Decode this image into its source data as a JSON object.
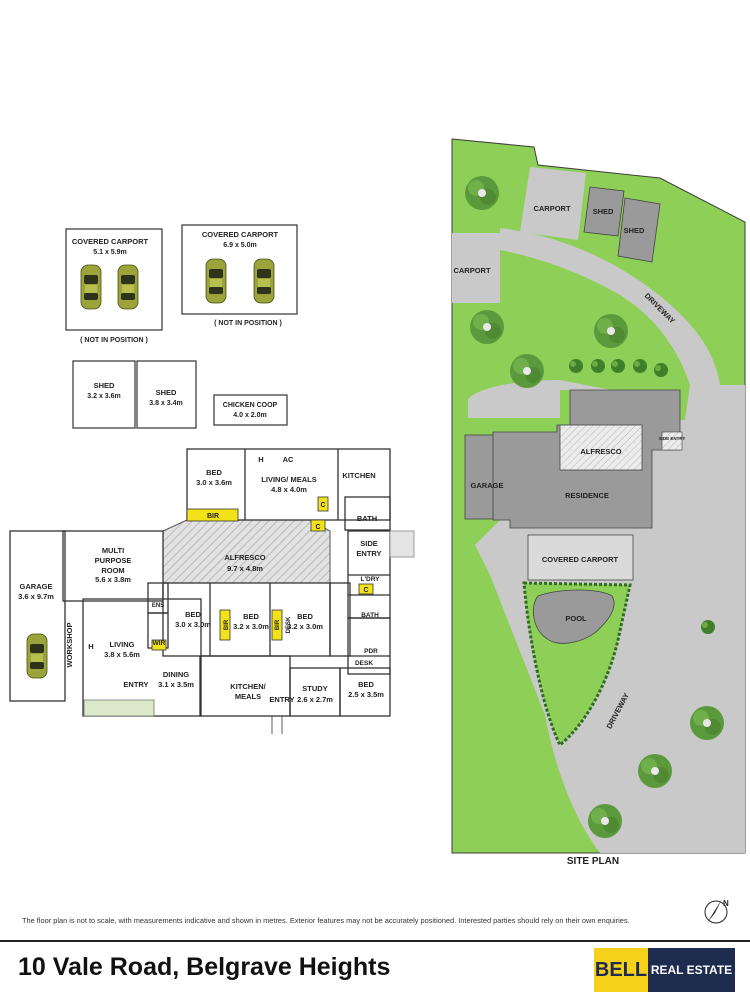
{
  "outbuildings": {
    "carport1": {
      "name": "COVERED CARPORT",
      "dims": "5.1 x 5.9m",
      "note": "( NOT IN POSITION )"
    },
    "carport2": {
      "name": "COVERED CARPORT",
      "dims": "6.9 x 5.0m",
      "note": "( NOT IN POSITION )"
    },
    "shed1": {
      "name": "SHED",
      "dims": "3.2 x 3.6m"
    },
    "shed2": {
      "name": "SHED",
      "dims": "3.8 x 3.4m"
    },
    "coop": {
      "name": "CHICKEN COOP",
      "dims": "4.0 x 2.0m"
    }
  },
  "rooms": {
    "bed1": {
      "name": "BED",
      "dims": "3.0 x 3.6m"
    },
    "living_meals": {
      "name": "LIVING/ MEALS",
      "dims": "4.8 x 4.0m"
    },
    "kitchen": {
      "name": "KITCHEN"
    },
    "bath": "BATH",
    "side_entry": "SIDE ENTRY",
    "ldry": "L'DRY",
    "bath2": "BATH",
    "pdr": "PDR",
    "desk": "DESK",
    "alfresco": {
      "name": "ALFRESCO",
      "dims": "9.7 x 4.8m"
    },
    "multi": {
      "name": "MULTI PURPOSE ROOM",
      "dims": "5.6 x 3.8m"
    },
    "garage": {
      "name": "GARAGE",
      "dims": "3.6 x 9.7m"
    },
    "workshop": "WORKSHOP",
    "living": {
      "name": "LIVING",
      "dims": "3.8 x 5.6m"
    },
    "ens": "ENS",
    "wir": "WIR",
    "bed2": {
      "name": "BED",
      "dims": "3.0 x 3.0m"
    },
    "bed3": {
      "name": "BED",
      "dims": "3.2 x 3.0m"
    },
    "bed4": {
      "name": "BED",
      "dims": "3.2 x 3.0m"
    },
    "dining": {
      "name": "DINING",
      "dims": "3.1 x 3.5m"
    },
    "kitchen_meals": {
      "name": "KITCHEN/ MEALS"
    },
    "study": {
      "name": "STUDY",
      "dims": "2.6 x 2.7m"
    },
    "bed5": {
      "name": "BED",
      "dims": "2.5 x 3.5m"
    },
    "entry1": "ENTRY",
    "entry2": "ENTRY",
    "h1": "H",
    "ac": "AC",
    "h2": "H",
    "bir": "BIR",
    "c": "C",
    "desk2": "DESK"
  },
  "site_plan": {
    "title": "SITE PLAN",
    "carport_a": "CARPORT",
    "carport_b": "CARPORT",
    "shed_a": "SHED",
    "shed_b": "SHED",
    "driveway_a": "DRIVEWAY",
    "driveway_b": "DRIVEWAY",
    "alfresco": "ALFRESCO",
    "side_entry": "SIDE ENTRY",
    "garage": "GARAGE",
    "residence": "RESIDENCE",
    "covered_carport": "COVERED CARPORT",
    "pool": "POOL",
    "north": "N"
  },
  "footer": {
    "disclaimer": "The floor plan is not to scale, with measurements indicative and shown in metres. Exterior features may not be accurately positioned. Interested parties should rely on their own enquiries.",
    "address": "10 Vale Road, Belgrave Heights",
    "logo_bell": "BELL",
    "logo_re": "REAL ESTATE"
  },
  "colors": {
    "lawn": "#8ecf57",
    "paving": "#c9c9c9",
    "building": "#9a9a9a",
    "bir_yellow": "#f2e21a",
    "alfresco_hatch": "#cfcfcf",
    "logo_yellow": "#f6d11c",
    "logo_navy": "#1d2b4f"
  }
}
